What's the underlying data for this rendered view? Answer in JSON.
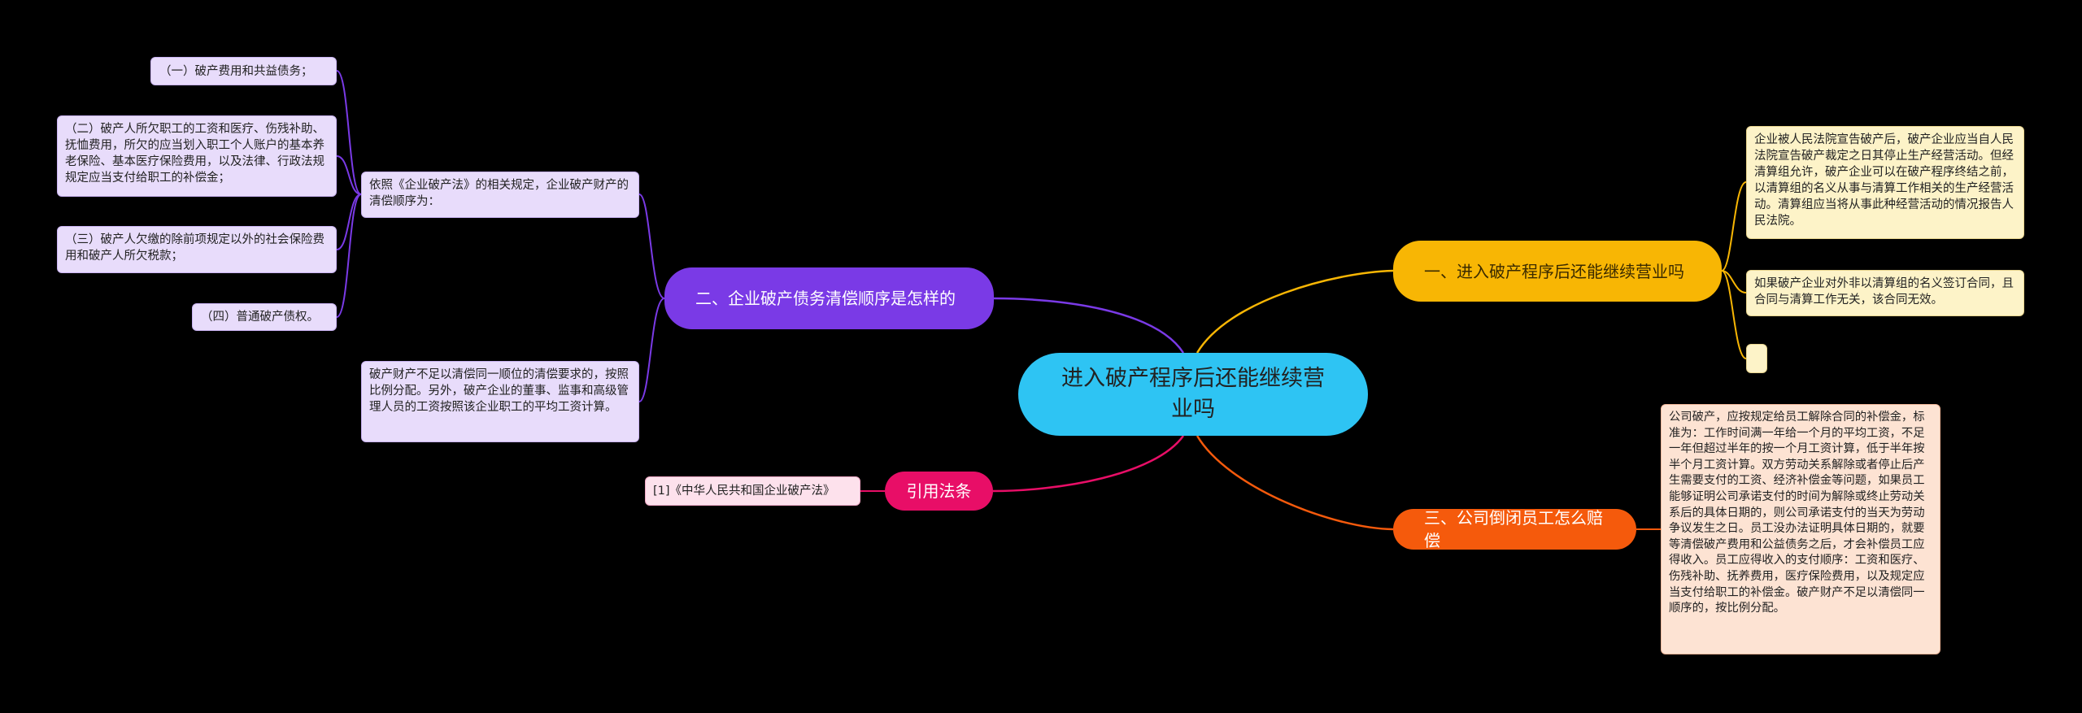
{
  "central": "进入破产程序后还能继续营业吗",
  "branches": {
    "continue": {
      "title": "一、进入破产程序后还能继续营业吗",
      "notes": [
        "企业被人民法院宣告破产后，破产企业应当自人民法院宣告破产裁定之日其停止生产经营活动。但经清算组允许，破产企业可以在破产程序终结之前，以清算组的名义从事与清算工作相关的生产经营活动。清算组应当将从事此种经营活动的情况报告人民法院。",
        "如果破产企业对外非以清算组的名义签订合同，且合同与清算工作无关，该合同无效。",
        ""
      ]
    },
    "order": {
      "title": "二、企业破产债务清偿顺序是怎样的",
      "basis": "依照《企业破产法》的相关规定，企业破产财产的清偿顺序为：",
      "items": [
        "（一）破产费用和共益债务；",
        "（二）破产人所欠职工的工资和医疗、伤残补助、抚恤费用，所欠的应当划入职工个人账户的基本养老保险、基本医疗保险费用，以及法律、行政法规规定应当支付给职工的补偿金；",
        "（三）破产人欠缴的除前项规定以外的社会保险费用和破产人所欠税款；",
        "（四）普通破产债权。"
      ],
      "note": "破产财产不足以清偿同一顺位的清偿要求的，按照比例分配。另外，破产企业的董事、监事和高级管理人员的工资按照该企业职工的平均工资计算。"
    },
    "compensation": {
      "title": "三、公司倒闭员工怎么赔偿",
      "detail": "公司破产，应按规定给员工解除合同的补偿金，标准为：工作时间满一年给一个月的平均工资，不足一年但超过半年的按一个月工资计算，低于半年按半个月工资计算。双方劳动关系解除或者停止后产生需要支付的工资、经济补偿金等问题，如果员工能够证明公司承诺支付的时间为解除或终止劳动关系后的具体日期的，则公司承诺支付的当天为劳动争议发生之日。员工没办法证明具体日期的，就要等清偿破产费用和公益债务之后，才会补偿员工应得收入。员工应得收入的支付顺序：工资和医疗、伤残补助、抚养费用，医疗保险费用，以及规定应当支付给职工的补偿金。破产财产不足以清偿同一顺序的，按比例分配。"
    },
    "citation": {
      "title": "引用法条",
      "ref": "[1]《中华人民共和国企业破产法》"
    }
  },
  "colors": {
    "background": "#000000",
    "central": "#2ec4f3",
    "continue": "#f8b604",
    "order": "#7a3ae6",
    "compensation": "#f55a0c",
    "citation": "#e80e67"
  }
}
